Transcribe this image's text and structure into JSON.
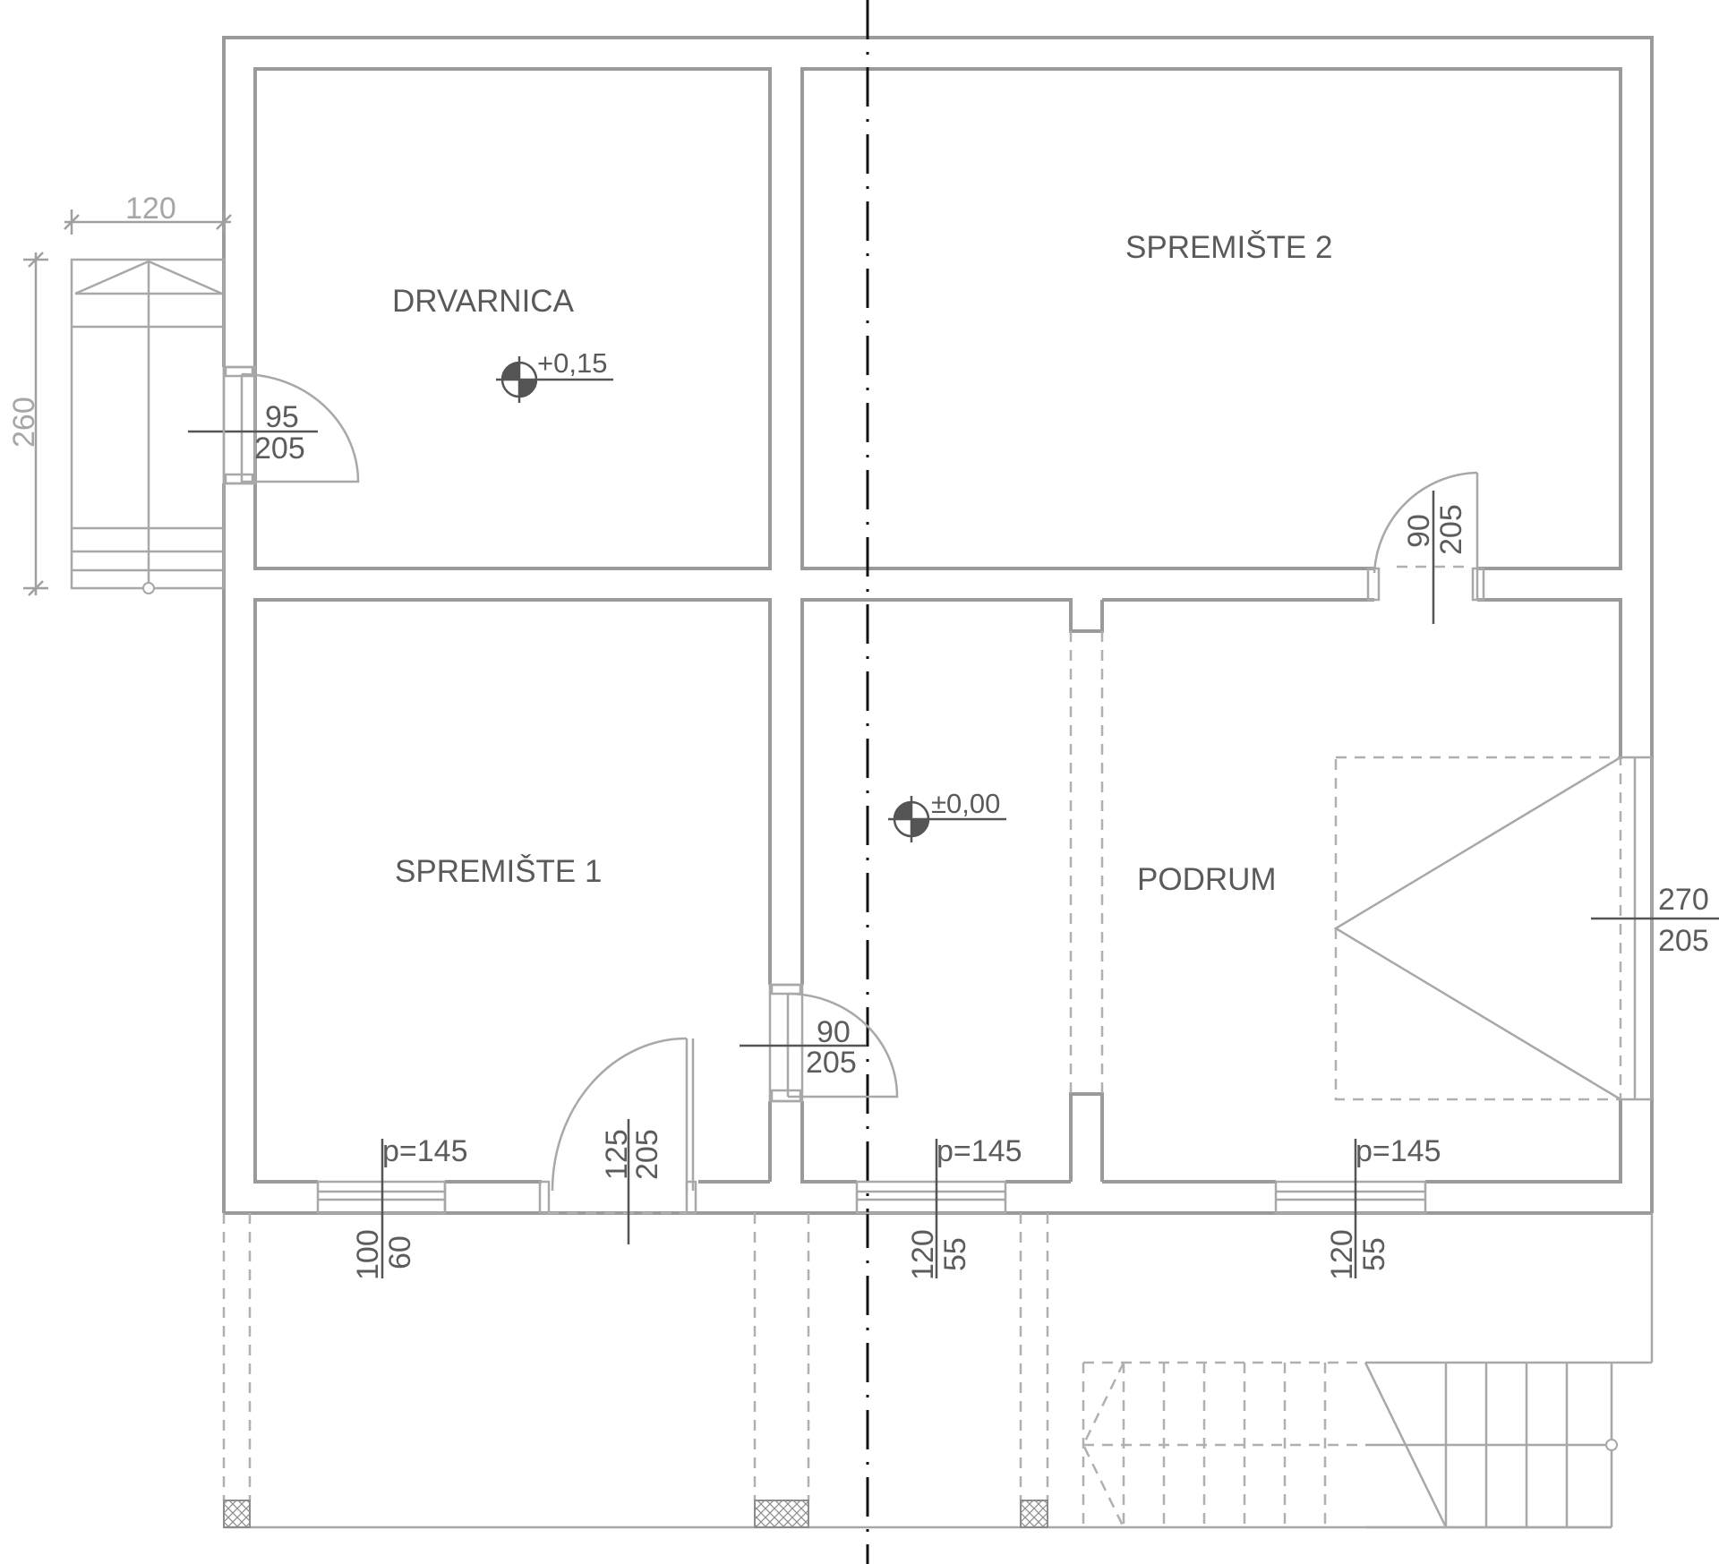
{
  "rooms": {
    "drvarnica": "DRVARNICA",
    "spremiste2": "SPREMIŠTE 2",
    "spremiste1": "SPREMIŠTE 1",
    "podrum": "PODRUM"
  },
  "levels": {
    "drvarnica": "+0,15",
    "hall": "±0,00"
  },
  "stair_dimensions": {
    "width": "120",
    "length": "260"
  },
  "doors": {
    "drvarnica": {
      "width": "95",
      "height": "205"
    },
    "spremiste2": {
      "width": "90",
      "height": "205"
    },
    "hall": {
      "width": "90",
      "height": "205"
    },
    "spremiste1_exterior": {
      "width": "125",
      "height": "205"
    },
    "podrum_exterior": {
      "width": "270",
      "height": "205"
    }
  },
  "windows": [
    {
      "parapet": "p=145",
      "width": "100",
      "height": "60"
    },
    {
      "parapet": "p=145",
      "width": "120",
      "height": "55"
    },
    {
      "parapet": "p=145",
      "width": "120",
      "height": "55"
    }
  ]
}
